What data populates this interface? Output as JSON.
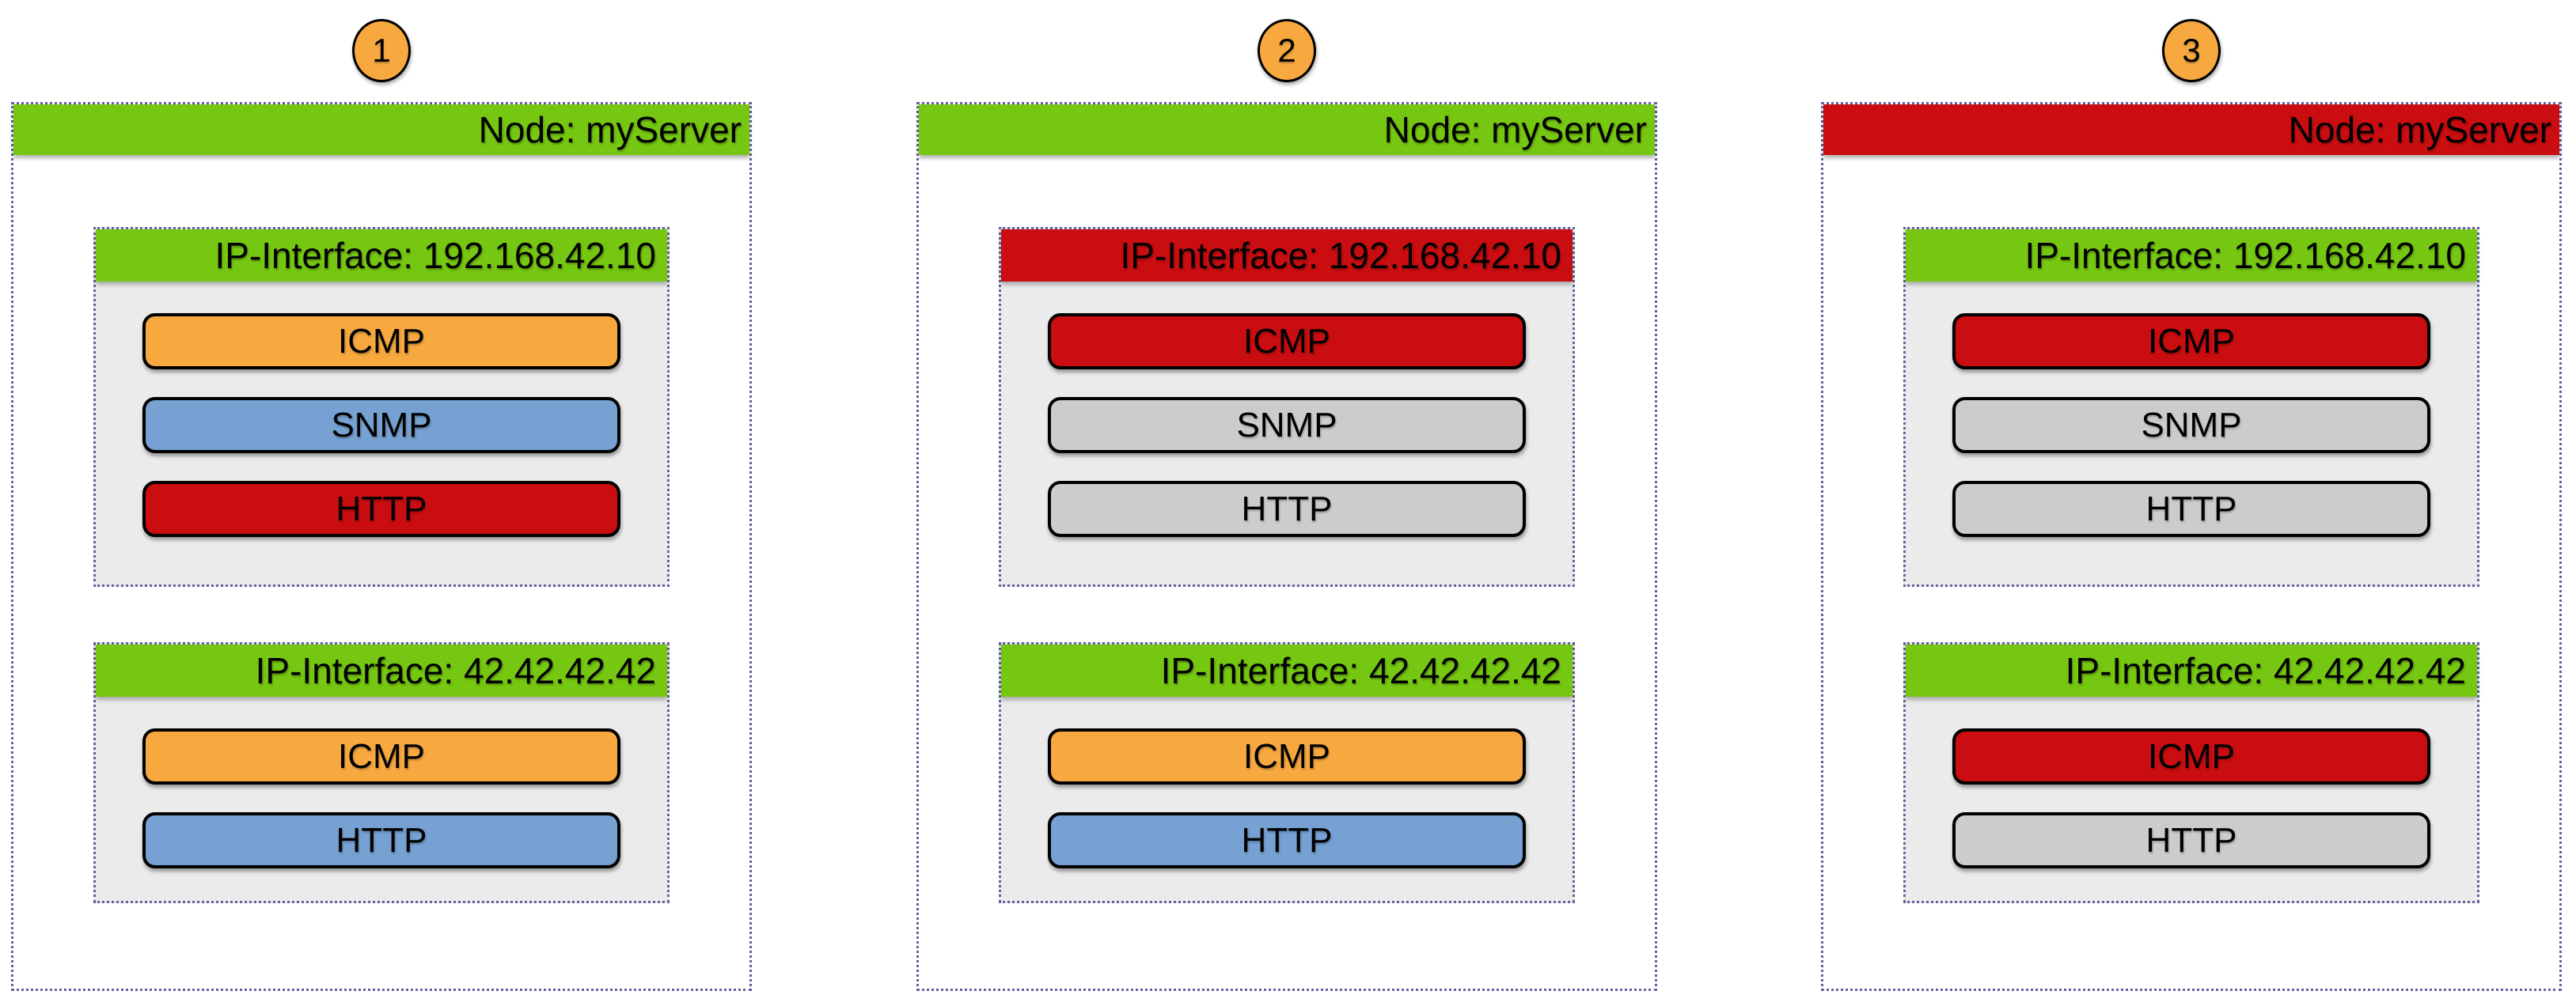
{
  "colors": {
    "green": "#76C711",
    "red": "#C90D10",
    "orange": "#F7A940",
    "blue": "#76A1D2",
    "gray": "#CCCCCC",
    "badge_orange": "#F7A940",
    "interface_body": "#EBEBEB",
    "dotted_border": "#62629E"
  },
  "panels": [
    {
      "badge": "1",
      "node": {
        "label": "Node: myServer",
        "status": "green",
        "interfaces": [
          {
            "label": "IP-Interface: 192.168.42.10",
            "status": "green",
            "services": [
              {
                "label": "ICMP",
                "status": "orange"
              },
              {
                "label": "SNMP",
                "status": "blue"
              },
              {
                "label": "HTTP",
                "status": "red"
              }
            ]
          },
          {
            "label": "IP-Interface: 42.42.42.42",
            "status": "green",
            "services": [
              {
                "label": "ICMP",
                "status": "orange"
              },
              {
                "label": "HTTP",
                "status": "blue"
              }
            ]
          }
        ]
      }
    },
    {
      "badge": "2",
      "node": {
        "label": "Node: myServer",
        "status": "green",
        "interfaces": [
          {
            "label": "IP-Interface: 192.168.42.10",
            "status": "red",
            "services": [
              {
                "label": "ICMP",
                "status": "red"
              },
              {
                "label": "SNMP",
                "status": "gray"
              },
              {
                "label": "HTTP",
                "status": "gray"
              }
            ]
          },
          {
            "label": "IP-Interface: 42.42.42.42",
            "status": "green",
            "services": [
              {
                "label": "ICMP",
                "status": "orange"
              },
              {
                "label": "HTTP",
                "status": "blue"
              }
            ]
          }
        ]
      }
    },
    {
      "badge": "3",
      "node": {
        "label": "Node: myServer",
        "status": "red",
        "interfaces": [
          {
            "label": "IP-Interface: 192.168.42.10",
            "status": "green",
            "services": [
              {
                "label": "ICMP",
                "status": "red"
              },
              {
                "label": "SNMP",
                "status": "gray"
              },
              {
                "label": "HTTP",
                "status": "gray"
              }
            ]
          },
          {
            "label": "IP-Interface: 42.42.42.42",
            "status": "green",
            "services": [
              {
                "label": "ICMP",
                "status": "red"
              },
              {
                "label": "HTTP",
                "status": "gray"
              }
            ]
          }
        ]
      }
    }
  ]
}
